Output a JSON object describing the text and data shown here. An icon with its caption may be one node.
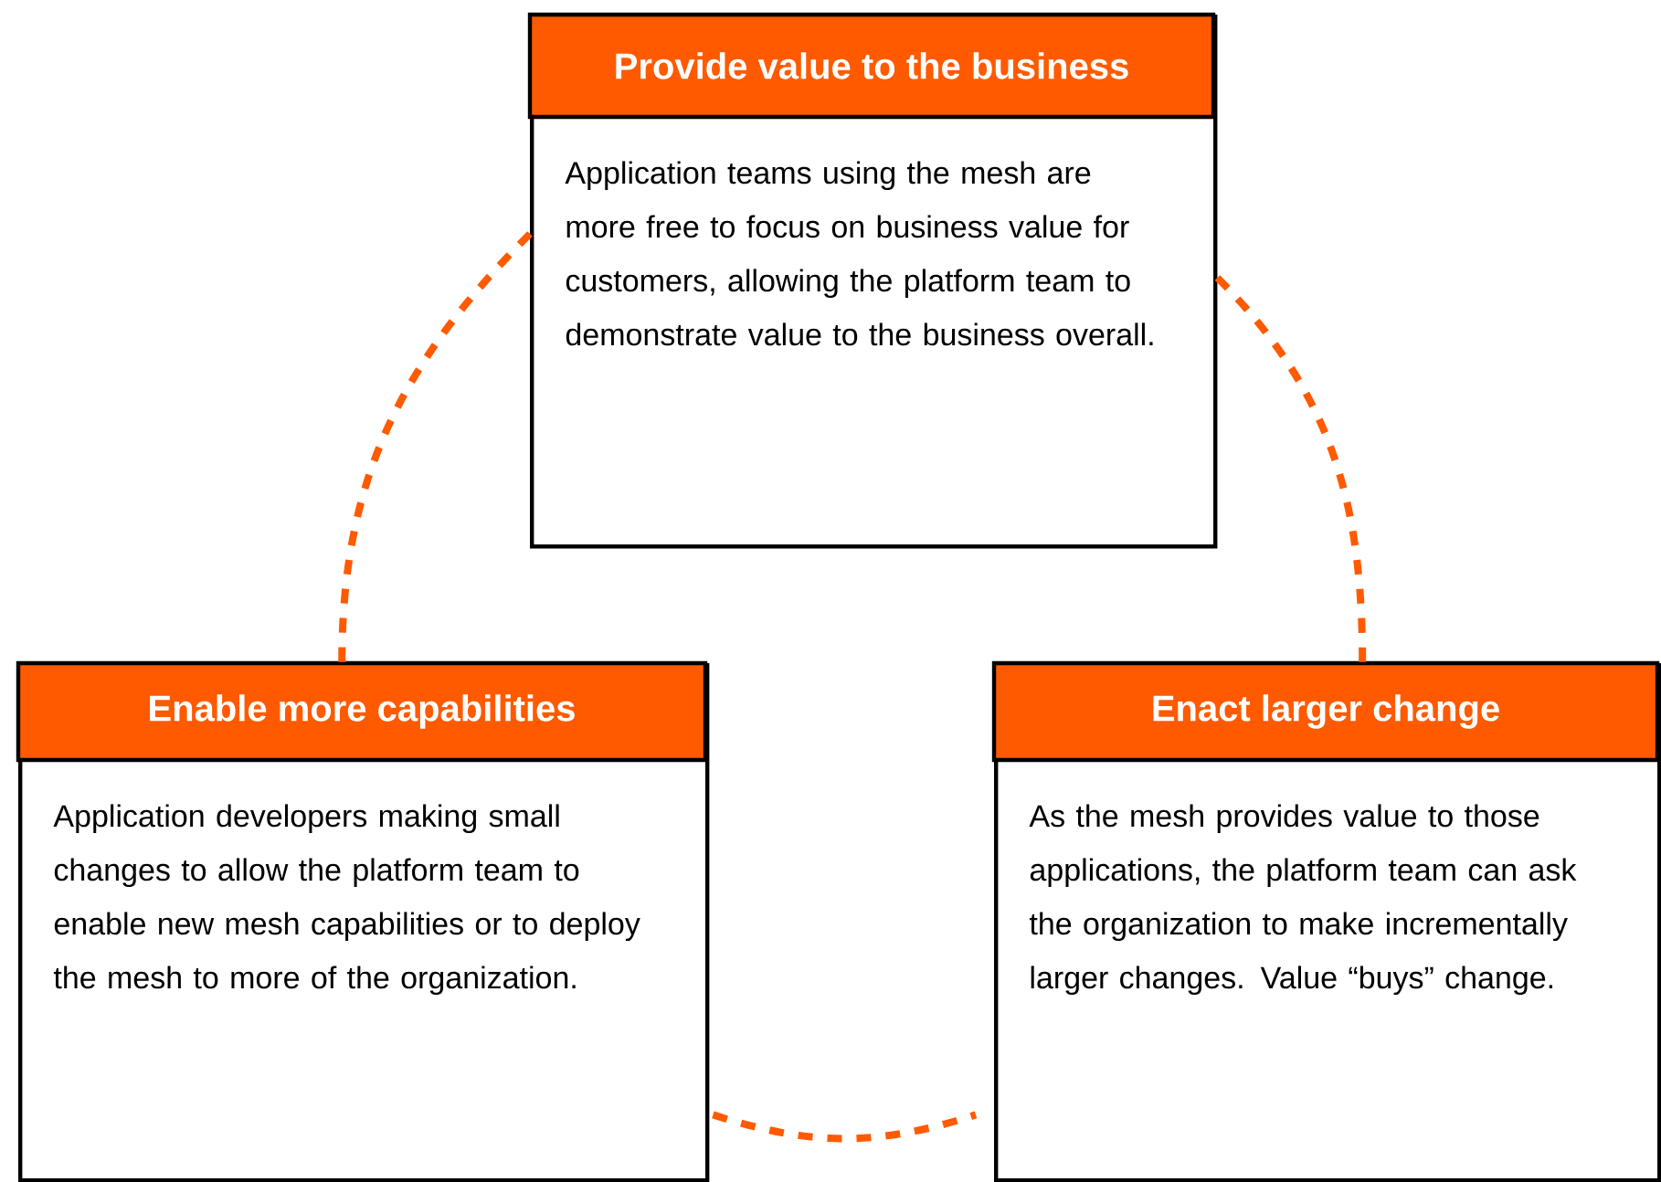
{
  "diagram": {
    "nodes": [
      {
        "text": [
          "Provide value to the business",
          "Application teams using the mesh are more free to focus on business value for customers, allowing the platform team to demonstrate value to the business overall."
        ]
      },
      {
        "text": [
          "Enable more capabilities",
          "Application developers making small changes to allow the platform team to enable new mesh capabilities or to deploy the mesh to more of the organization."
        ]
      },
      {
        "text": [
          "Enact larger change",
          "As the mesh provides value to those applications, the platform team can ask the organization to make incrementally larger changes. Value “buys” change."
        ]
      }
    ],
    "edges": [
      {
        "from": 0,
        "to": 1,
        "arrow": "none",
        "style": "dashed"
      },
      {
        "from": 0,
        "to": 2,
        "arrow": "none",
        "style": "dashed"
      },
      {
        "from": 1,
        "to": 2,
        "arrow": "none",
        "style": "dashed"
      }
    ]
  }
}
